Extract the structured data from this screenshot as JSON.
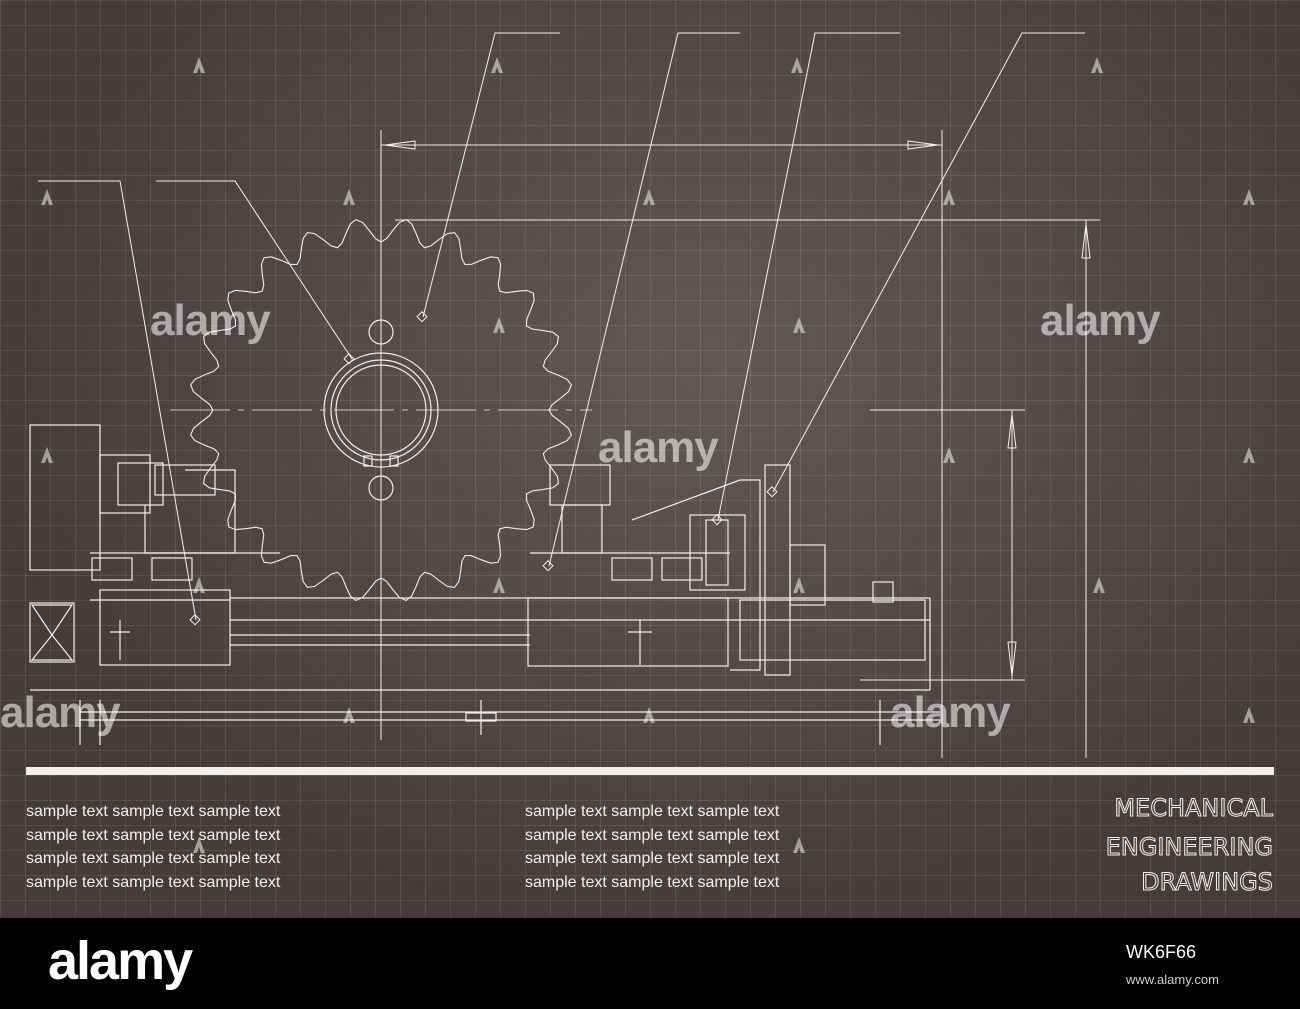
{
  "body_text": {
    "left_lines": [
      "sample text sample text sample text",
      "sample text sample text sample text",
      "sample text sample text sample text",
      "sample text sample text sample text"
    ],
    "right_lines": [
      "sample text sample text sample text",
      "sample text sample text sample text",
      "sample text sample text sample text",
      "sample text sample text sample text"
    ]
  },
  "title": {
    "line1": "MECHANICAL",
    "line2": "ENGINEERING",
    "line3": "DRAWINGS"
  },
  "watermark": {
    "brand": "alamy",
    "footer_image_id": "WK6F66",
    "footer_url": "www.alamy.com"
  },
  "colors": {
    "background": "#4f4643",
    "line": "#f2eeec",
    "footer": "#000000"
  }
}
